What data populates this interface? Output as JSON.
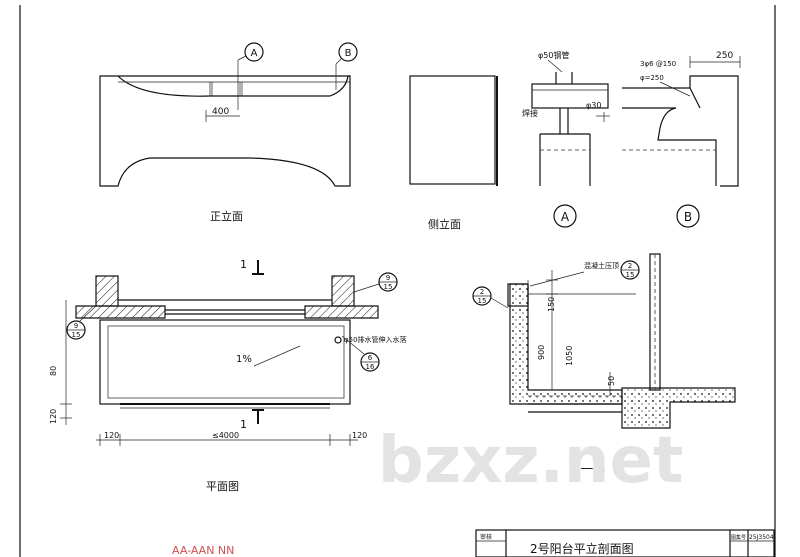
{
  "views": {
    "front": {
      "title": "正立面",
      "marker_a": "A",
      "marker_b": "B",
      "dim": "400"
    },
    "side": {
      "title": "侧立面"
    },
    "detail_a": {
      "label": "A",
      "pipe_note": "φ50钢管",
      "weld_note": "焊接",
      "bar_note": "φ30"
    },
    "detail_b": {
      "label": "B",
      "dim_top": "250",
      "note1": "3φ6 @150",
      "note2": "φ=250"
    },
    "plan": {
      "title": "平面图",
      "section_top": "1",
      "section_bottom": "1",
      "slope": "1%",
      "drain_note": "φ50排水管伸入水落",
      "dim_left": "120",
      "dim_mid": "≤4000",
      "dim_right": "120",
      "dim_v1": "120",
      "dim_v2": "80",
      "ref_tl_num": "9",
      "ref_tl_den": "15",
      "ref_tr_num": "9",
      "ref_tr_den": "15",
      "ref_r_num": "6",
      "ref_r_den": "16"
    },
    "section": {
      "title": "1 — 1",
      "note": "混凝土压顶",
      "dim_150": "150",
      "dim_900": "900",
      "dim_1050": "1050",
      "dim_50": "50",
      "ref_l_num": "2",
      "ref_l_den": "15",
      "ref_t_num": "2",
      "ref_t_den": "15"
    }
  },
  "title_block": {
    "title": "2号阳台平立剖面图",
    "code_label": "图集号",
    "code": "25J3504",
    "cell_label": "审核",
    "stamp": "AA-AAN NN"
  },
  "watermark": "bzxz.net"
}
